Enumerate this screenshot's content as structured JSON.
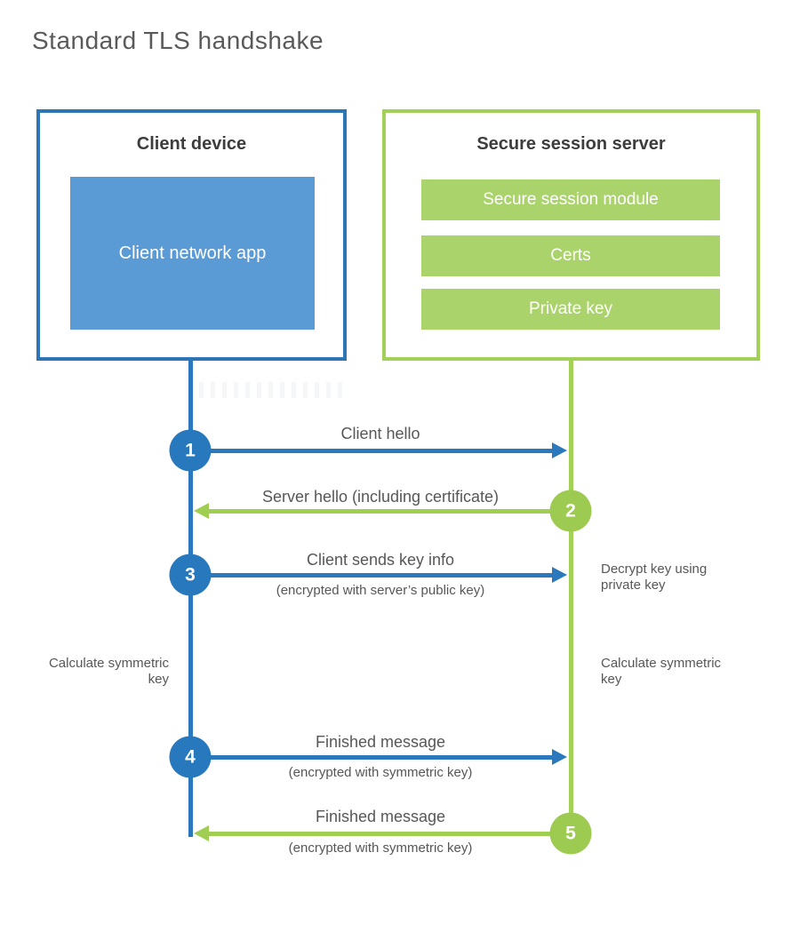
{
  "title": "Standard TLS handshake",
  "colors": {
    "blue_border": "#2e75b6",
    "blue_fill": "#5b9bd5",
    "blue_stroke": "#2b78bd",
    "blue_circle": "#2878be",
    "green_border": "#a3d158",
    "green_fill": "#abd36c",
    "green_stroke": "#a0ce53",
    "green_circle": "#9dcb52",
    "heading_text": "#3d3d3d",
    "label_text": "#575757"
  },
  "client": {
    "title": "Client device",
    "app_label": "Client network app"
  },
  "server": {
    "title": "Secure session server",
    "modules": [
      {
        "label": "Secure session module"
      },
      {
        "label": "Certs"
      },
      {
        "label": "Private key"
      }
    ]
  },
  "steps": [
    {
      "number": "1",
      "label": "Client hello",
      "sublabel": "",
      "direction": "left-to-right",
      "color": "blue"
    },
    {
      "number": "2",
      "label": "Server hello (including certificate)",
      "sublabel": "",
      "direction": "right-to-left",
      "color": "green"
    },
    {
      "number": "3",
      "label": "Client sends key info",
      "sublabel": "(encrypted with server’s public key)",
      "direction": "left-to-right",
      "color": "blue"
    },
    {
      "number": "4",
      "label": "Finished message",
      "sublabel": "(encrypted with symmetric key)",
      "direction": "left-to-right",
      "color": "blue"
    },
    {
      "number": "5",
      "label": "Finished message",
      "sublabel": "(encrypted with symmetric key)",
      "direction": "right-to-left",
      "color": "green"
    }
  ],
  "side_notes": {
    "decrypt_right": "Decrypt key using private key",
    "calc_left": "Calculate symmetric key",
    "calc_right": "Calculate symmetric key"
  }
}
